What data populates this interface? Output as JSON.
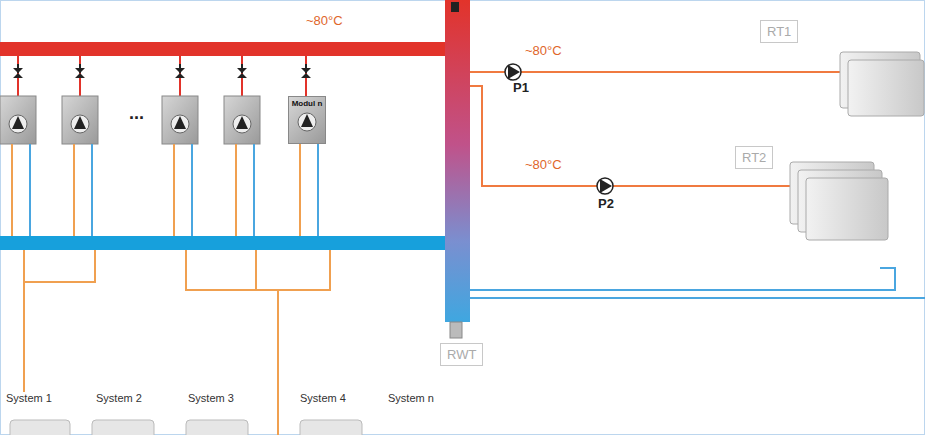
{
  "diagram": {
    "nodes": [
      {
        "text": [
          "Modul n"
        ]
      },
      {
        "text": [
          "RT1"
        ]
      },
      {
        "text": [
          "RT2"
        ]
      },
      {
        "text": [
          "RWT"
        ]
      }
    ],
    "labels": [
      "~80°C",
      "~80°C",
      "~80°C",
      "P1",
      "P2",
      "...",
      "System 1",
      "System 2",
      "System 3",
      "System 4",
      "System n"
    ]
  }
}
